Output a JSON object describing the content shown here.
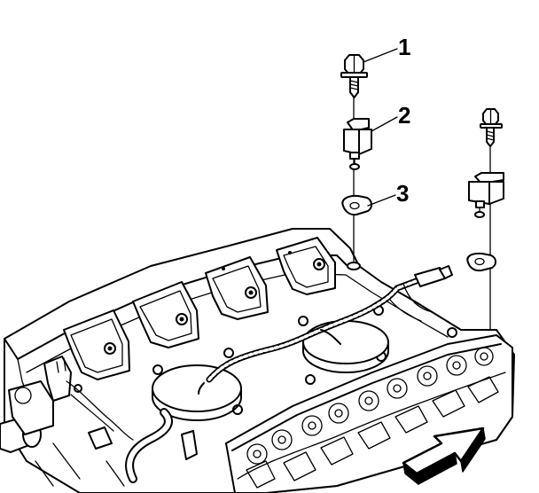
{
  "callouts": [
    {
      "id": "bolt",
      "label": "1"
    },
    {
      "id": "sensor",
      "label": "2"
    },
    {
      "id": "gasket",
      "label": "3"
    }
  ]
}
